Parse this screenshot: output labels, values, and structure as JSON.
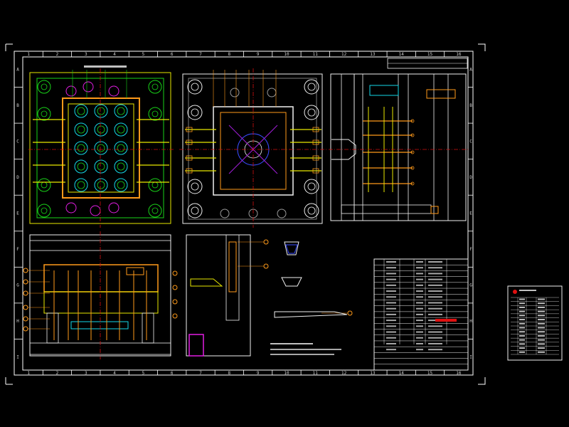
{
  "drawing": {
    "background": "#000000",
    "frame_color": "#ffffff",
    "centerline_color": "#d11010",
    "colors": {
      "green": "#19d419",
      "yellow": "#e8e800",
      "orange": "#ff9a1a",
      "cyan": "#15d8e8",
      "magenta": "#e21ee2",
      "blue": "#3a4cff",
      "white": "#f0f0f0",
      "red": "#e01010",
      "purple": "#a01ed8",
      "gray": "#9a9a9a"
    },
    "border_columns": [
      "1",
      "2",
      "3",
      "4",
      "5",
      "6",
      "7",
      "8",
      "9",
      "10",
      "11",
      "12",
      "13",
      "14",
      "15",
      "16"
    ],
    "border_rows": [
      "A",
      "B",
      "C",
      "D",
      "E",
      "F",
      "G",
      "H",
      "I"
    ],
    "title_block_rows": 19,
    "detail_sheet_rows": 14
  }
}
